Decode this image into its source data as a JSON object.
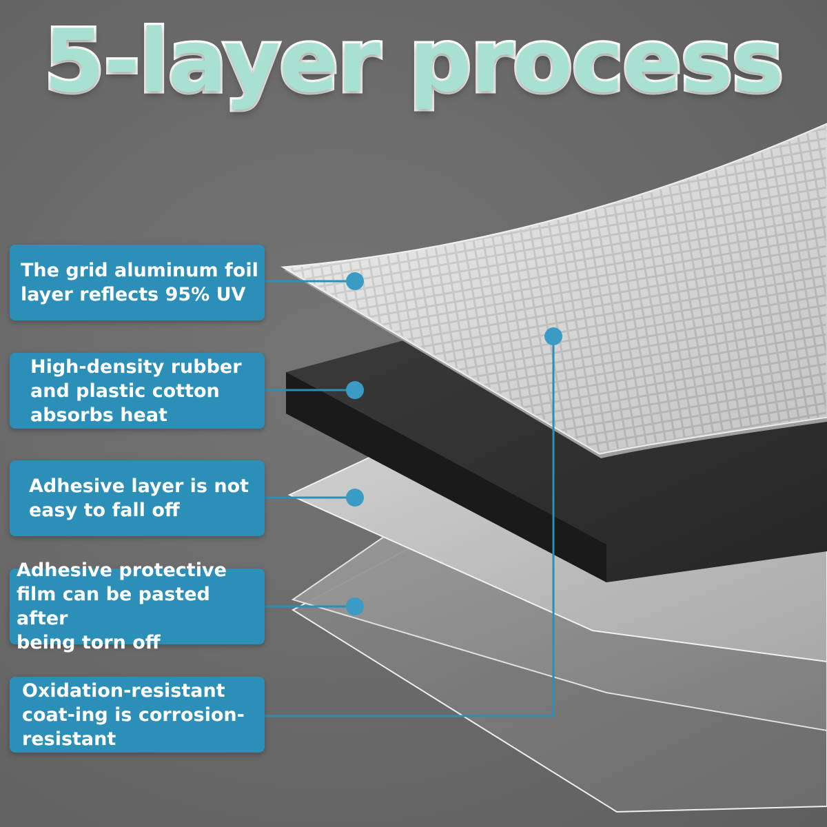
{
  "title": "5-layer process",
  "colors": {
    "title_fill": "#a8e0d2",
    "label_bg": "#2b8fb8",
    "connector": "#2b8fb8",
    "dot": "#3a9cc4"
  },
  "labels": [
    {
      "id": "foil",
      "text": "The grid aluminum foil\nlayer reflects 95% UV"
    },
    {
      "id": "rubber",
      "text": "High-density rubber\nand plastic cotton\nabsorbs heat"
    },
    {
      "id": "adhesive",
      "text": "Adhesive layer is not\neasy to fall off"
    },
    {
      "id": "film",
      "text": "Adhesive protective\nfilm can be pasted after\nbeing torn off"
    },
    {
      "id": "coating",
      "text": "Oxidation-resistant\ncoat-ing is corrosion-\nresistant"
    }
  ]
}
